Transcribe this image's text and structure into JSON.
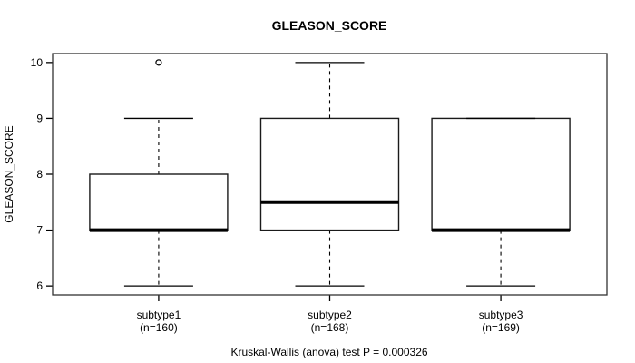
{
  "chart_data": {
    "type": "boxplot",
    "title": "GLEASON_SCORE",
    "ylabel": "GLEASON_SCORE",
    "xlabel": "",
    "annotation": "Kruskal-Wallis (anova) test P = 0.000326",
    "ylim": [
      6,
      10
    ],
    "yticks": [
      6,
      7,
      8,
      9,
      10
    ],
    "grid": false,
    "legend": "none",
    "colors": {
      "stroke": "#000000",
      "background": "#ffffff"
    },
    "groups": [
      {
        "label": "subtype1",
        "n_label": "(n=160)",
        "min": 6,
        "q1": 7,
        "median": 7,
        "q3": 8,
        "max": 9,
        "outliers": [
          10
        ]
      },
      {
        "label": "subtype2",
        "n_label": "(n=168)",
        "min": 6,
        "q1": 7,
        "median": 7.5,
        "q3": 9,
        "max": 10,
        "outliers": []
      },
      {
        "label": "subtype3",
        "n_label": "(n=169)",
        "min": 6,
        "q1": 7,
        "median": 7,
        "q3": 9,
        "max": 9,
        "outliers": []
      }
    ]
  }
}
